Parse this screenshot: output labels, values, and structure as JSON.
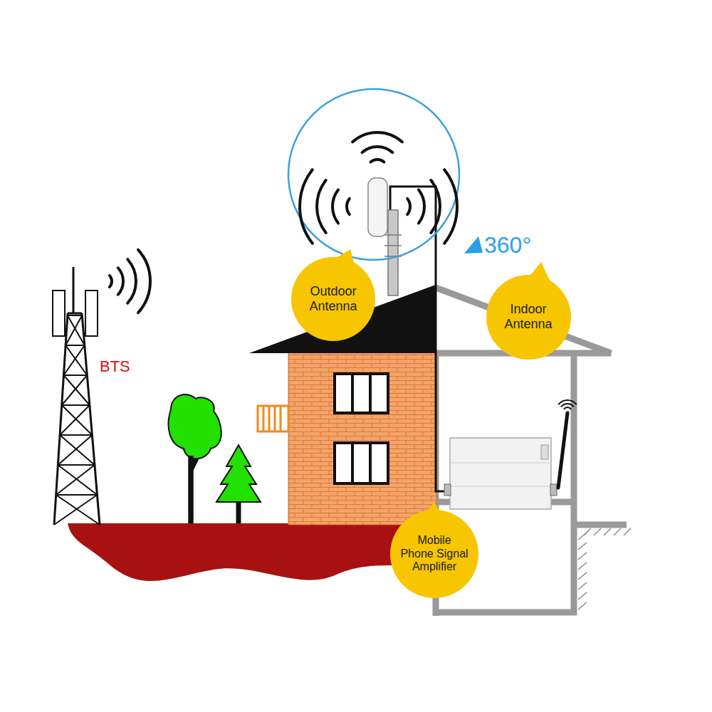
{
  "diagram": {
    "nodes": [
      {
        "text": [
          "Outdoor Antenna"
        ]
      },
      {
        "text": [
          "Indoor Antenna"
        ]
      },
      {
        "text": [
          "Mobile Phone Signal Amplifier"
        ]
      }
    ],
    "labels": [
      "BTS",
      "360°"
    ]
  }
}
